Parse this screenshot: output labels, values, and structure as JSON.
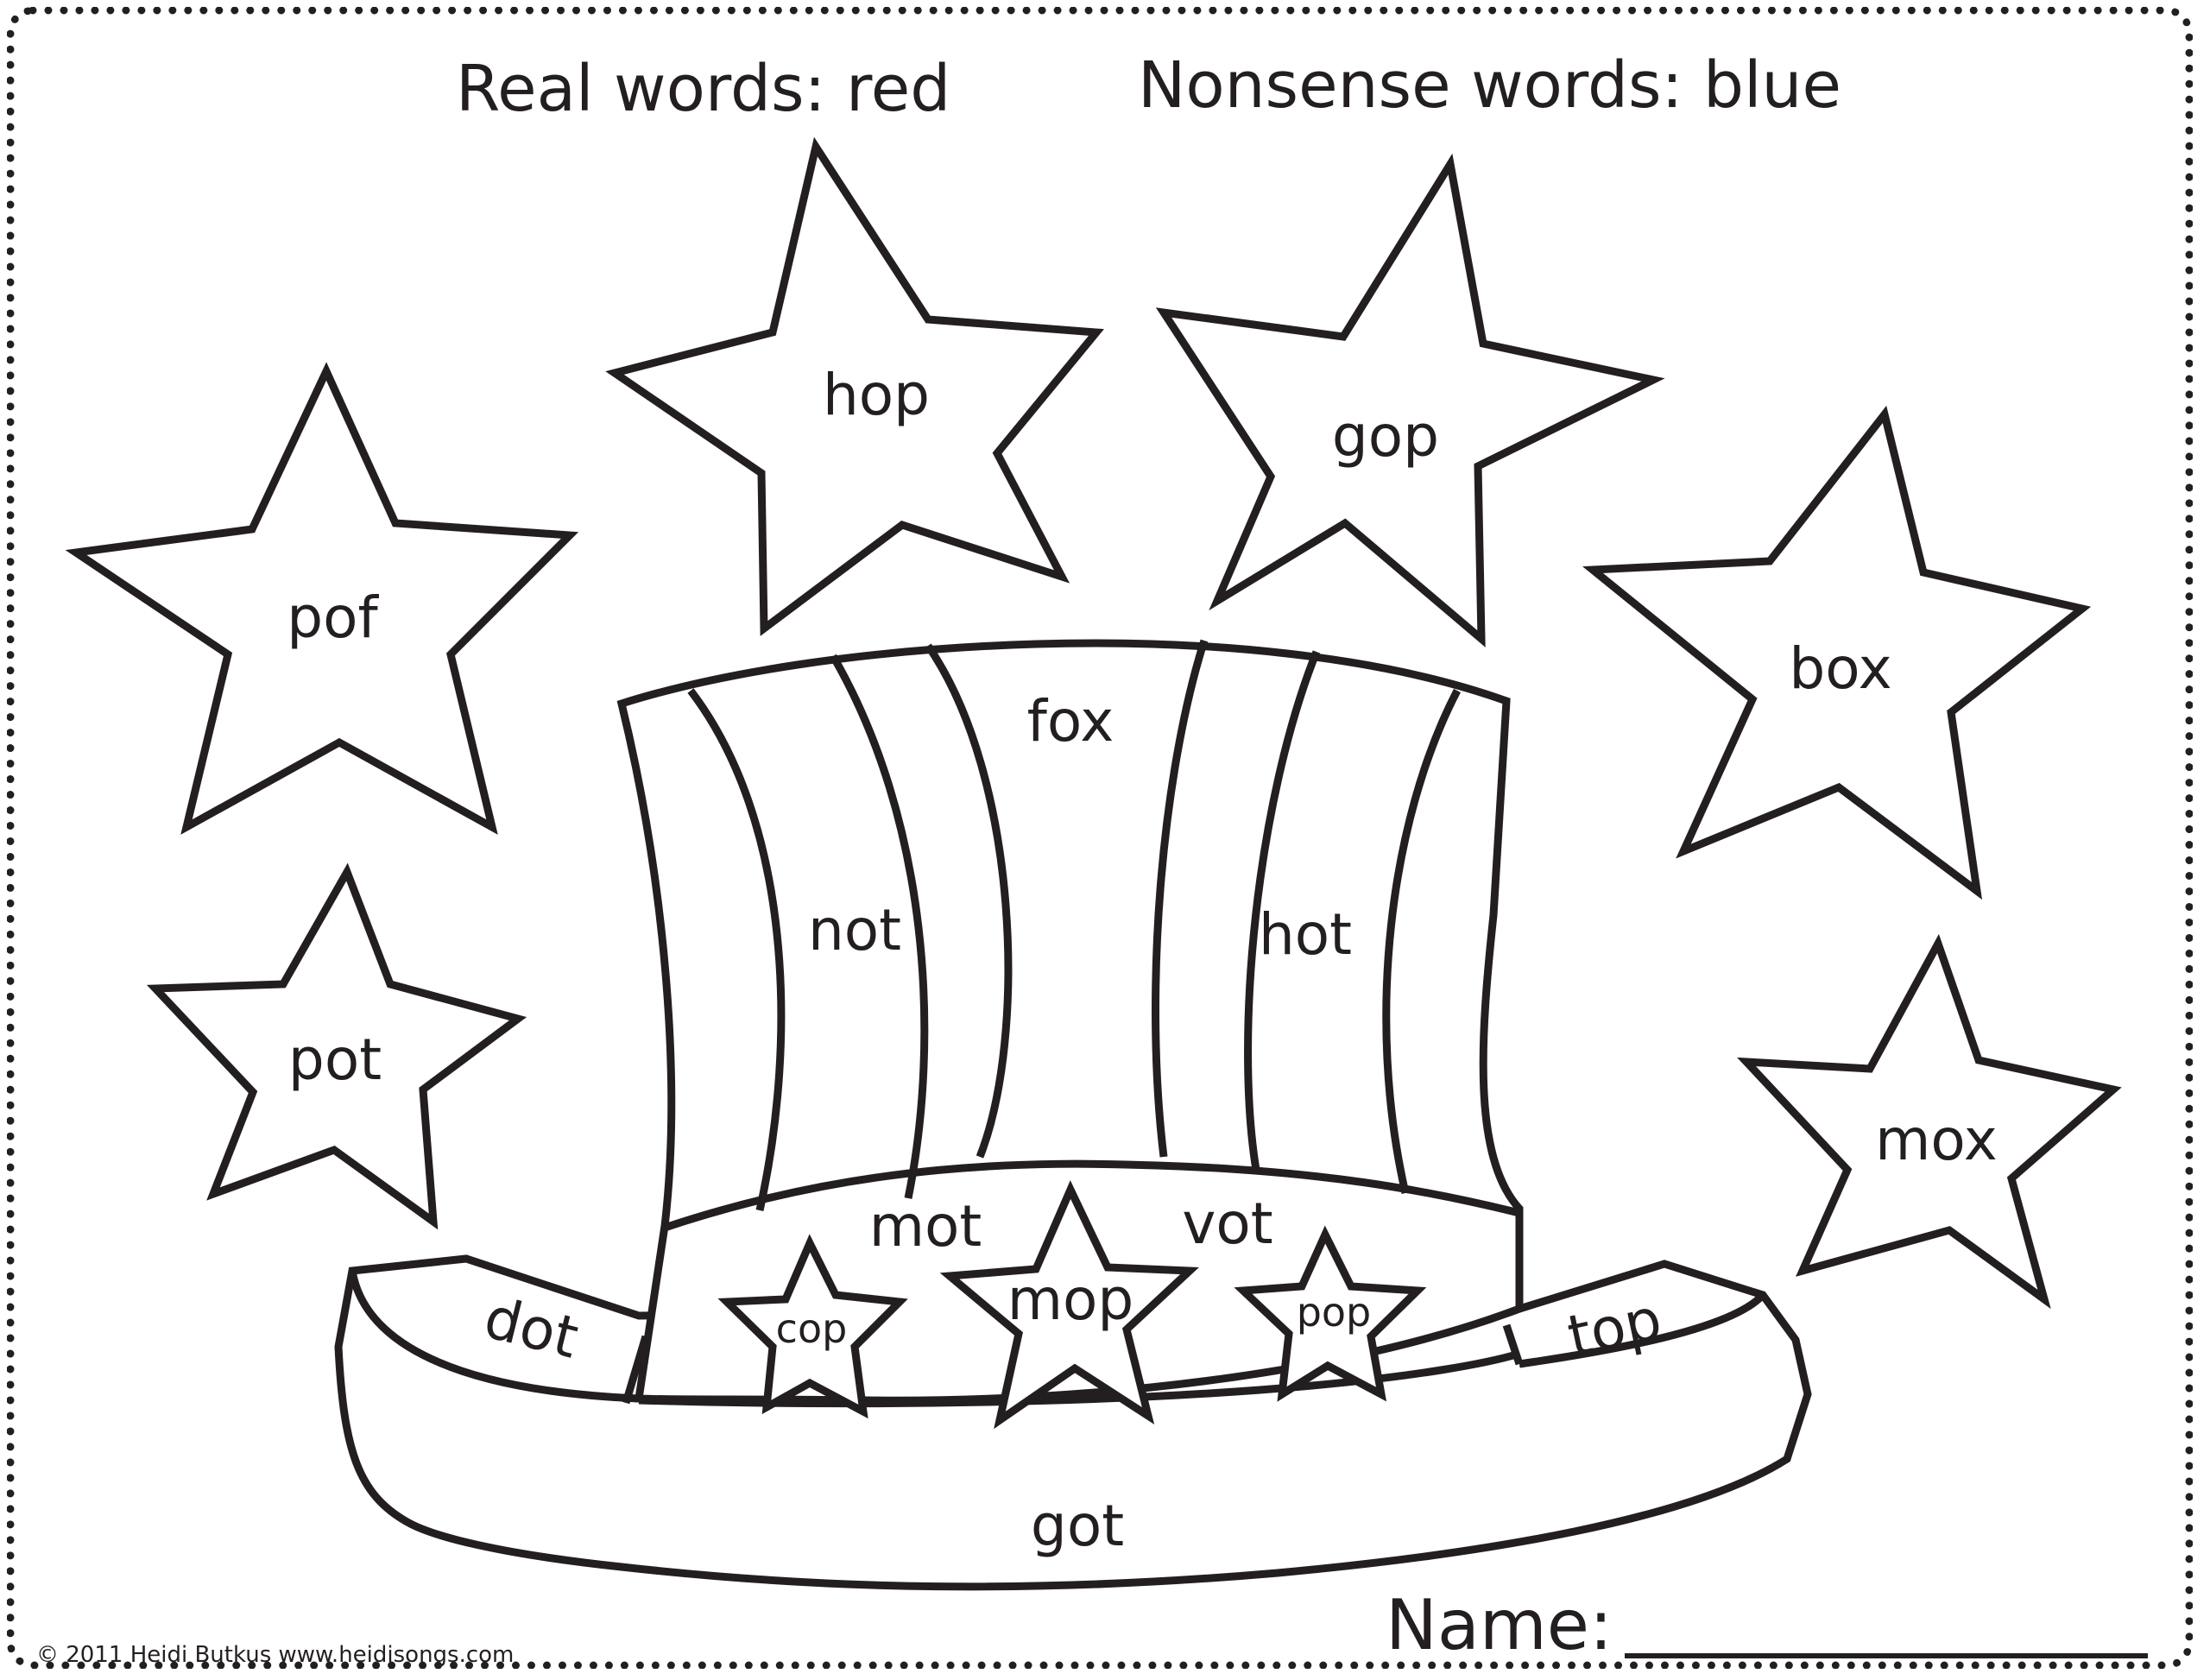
{
  "header": {
    "real_label": "Real words:  red",
    "nonsense_label": "Nonsense words:  blue"
  },
  "stars": {
    "pof": "pof",
    "hop": "hop",
    "gop": "gop",
    "box": "box",
    "pot": "pot",
    "mox": "mox"
  },
  "hat": {
    "stripe_fox": "fox",
    "stripe_not": "not",
    "stripe_hot": "hot",
    "band_mot": "mot",
    "band_vot": "vot",
    "band_star_cop": "cop",
    "band_star_mop": "mop",
    "band_star_pop": "pop",
    "brim_left": "dot",
    "brim_right": "top",
    "brim_bottom": "got"
  },
  "footer": {
    "copyright": "©  2011  Heidi Butkus  www.heidisongs.com",
    "name_label": "Name:"
  },
  "colors": {
    "ink": "#231f20",
    "paper": "#ffffff"
  }
}
